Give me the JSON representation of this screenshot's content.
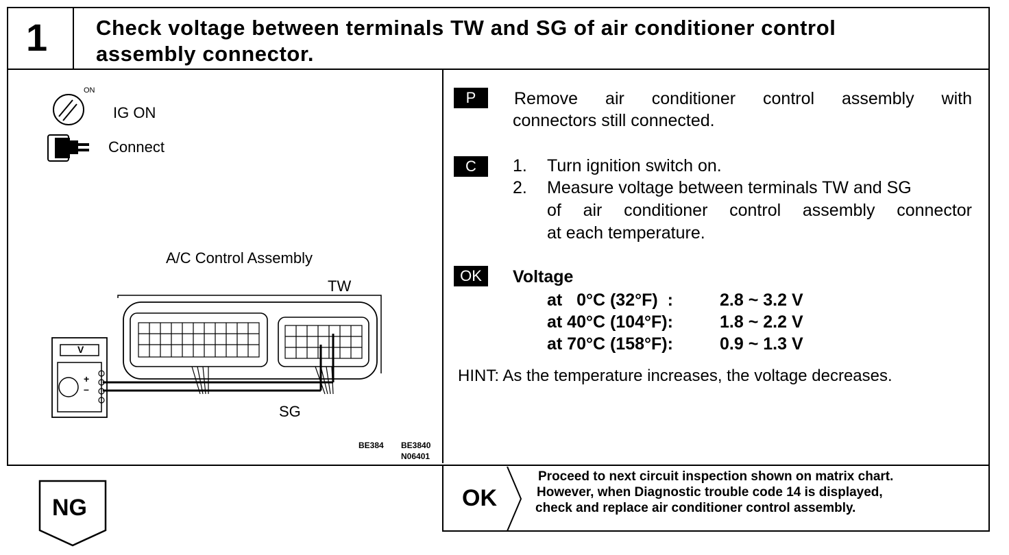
{
  "header": {
    "step_number": "1",
    "title_line1": "Check voltage between terminals TW and SG of air conditioner control",
    "title_line2": "assembly connector."
  },
  "left_panel": {
    "switch_on_label": "ON",
    "ig_on_label": "IG ON",
    "connect_label": "Connect",
    "assembly_label": "A/C Control Assembly",
    "tw_label": "TW",
    "sg_label": "SG",
    "voltmeter_label": "V",
    "plus_sign": "+",
    "minus_sign": "–",
    "fig_code_1": "BE384",
    "fig_code_2": "BE3840",
    "fig_code_3": "N06401"
  },
  "right_panel": {
    "p_tag": "P",
    "p_line1": "Remove air conditioner control assembly with",
    "p_line2": "connectors still connected.",
    "c_tag": "C",
    "c_num1": "1.",
    "c_item1": "Turn ignition switch on.",
    "c_num2": "2.",
    "c_item2_line1": "Measure voltage between terminals TW and SG",
    "c_item2_line2": "of air conditioner control assembly connector",
    "c_item2_line3": "at each temperature.",
    "ok_tag": "OK",
    "voltage_heading": "Voltage",
    "voltage_rows": [
      {
        "temp": "at   0°C (32°F)  :",
        "value": "2.8 ~ 3.2 V"
      },
      {
        "temp": "at 40°C (104°F):",
        "value": "1.8 ~ 2.2 V"
      },
      {
        "temp": "at 70°C (158°F):",
        "value": "0.9 ~ 1.3 V"
      }
    ],
    "hint": "HINT: As the temperature increases, the voltage decreases."
  },
  "ng_box": {
    "label": "NG"
  },
  "ok_box": {
    "label": "OK",
    "line1": "Proceed to next circuit inspection shown on matrix chart.",
    "line2": "However, when Diagnostic trouble code 14 is displayed,",
    "line3": "check and replace air conditioner control assembly."
  }
}
